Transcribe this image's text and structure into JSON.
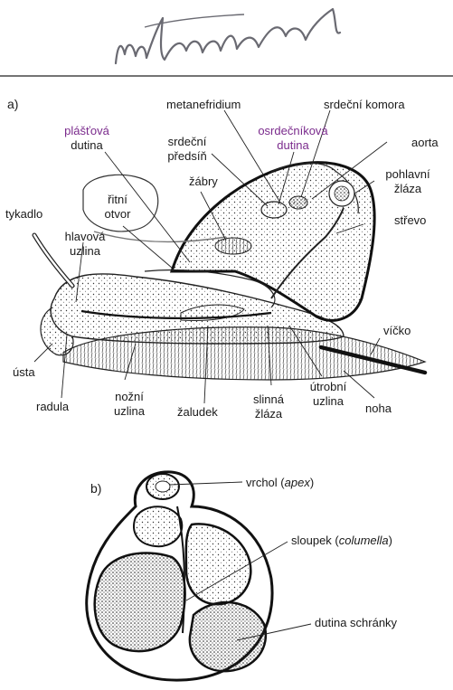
{
  "handwriting": "nepovedeno",
  "panel_a": {
    "label": "a)",
    "labels": {
      "metanefridium": "metanefridium",
      "srdecni_komora": "srdeční komora",
      "plastova_dutina_1": "plášťová",
      "plastova_dutina_2": "dutina",
      "osrdecnikova_1": "osrdečníková",
      "osrdecnikova_2": "dutina",
      "srdecni_predsin_1": "srdeční",
      "srdecni_predsin_2": "předsíň",
      "aorta": "aorta",
      "zabry": "žábry",
      "pohlavni_1": "pohlavní",
      "pohlavni_2": "žláza",
      "tykadlo": "tykadlo",
      "ritni_1": "řitní",
      "ritni_2": "otvor",
      "strevo": "střevo",
      "hlavova_1": "hlavová",
      "hlavova_2": "uzlina",
      "vicko": "víčko",
      "usta": "ústa",
      "radula": "radula",
      "nozni_1": "nožní",
      "nozni_2": "uzlina",
      "zaludek": "žaludek",
      "slinna_1": "slinná",
      "slinna_2": "žláza",
      "utrobni_1": "útrobní",
      "utrobni_2": "uzlina",
      "noha": "noha"
    }
  },
  "panel_b": {
    "label": "b)",
    "vrchol_prefix": "vrchol (",
    "vrchol_italic": "apex",
    "vrchol_suffix": ")",
    "sloupek_prefix": "sloupek (",
    "sloupek_italic": "columella",
    "sloupek_suffix": ")",
    "dutina_schranky": "dutina schránky"
  }
}
